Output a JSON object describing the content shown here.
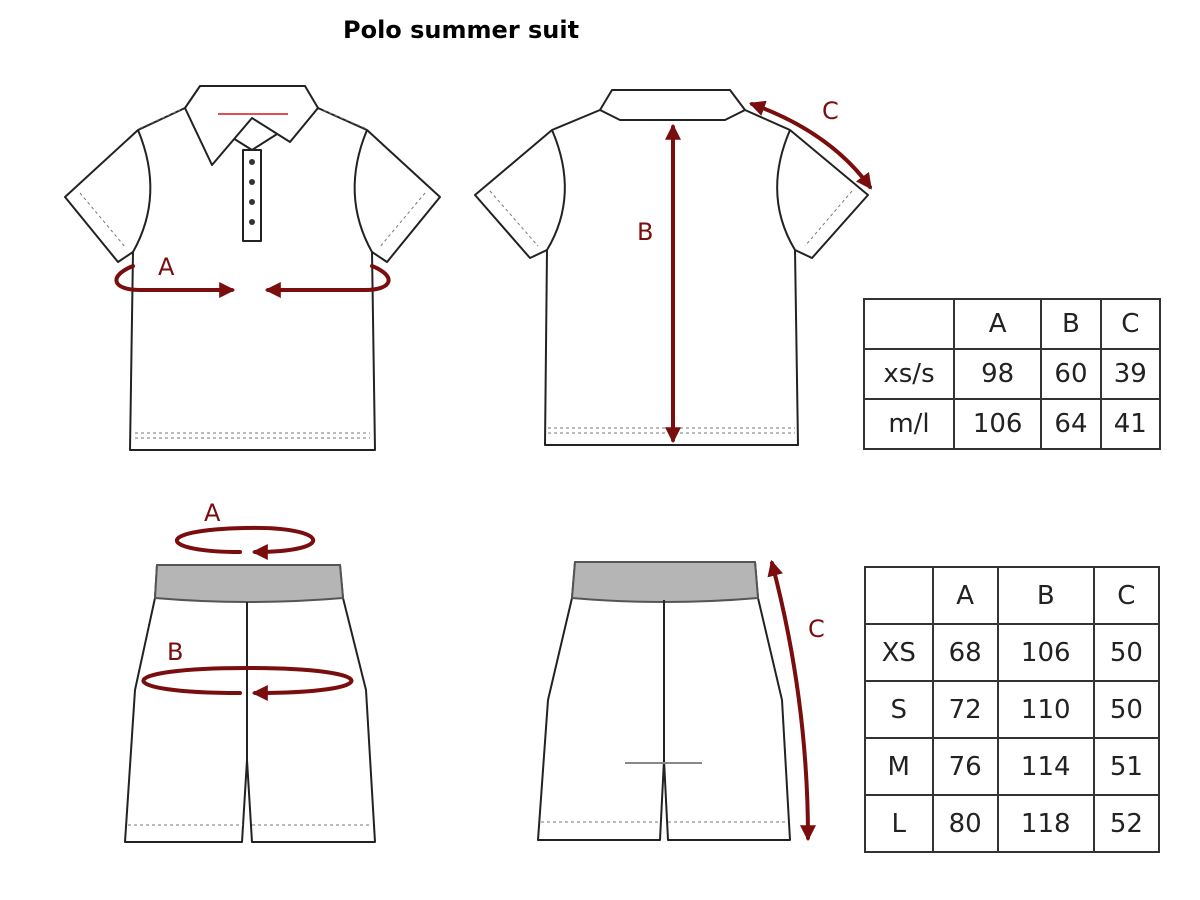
{
  "title": "Polo summer suit",
  "colors": {
    "measure": "#7a0d0d",
    "outline": "#222222",
    "waistband": "#b5b5b5"
  },
  "labels": {
    "polo_front_a": "A",
    "polo_back_b": "B",
    "polo_back_c": "C",
    "shorts_front_a": "A",
    "shorts_front_b": "B",
    "shorts_back_c": "C"
  },
  "top_table": {
    "headers": [
      "",
      "A",
      "B",
      "C"
    ],
    "rows": [
      [
        "xs/s",
        "98",
        "60",
        "39"
      ],
      [
        "m/l",
        "106",
        "64",
        "41"
      ]
    ]
  },
  "bottom_table": {
    "headers": [
      "",
      "A",
      "B",
      "C"
    ],
    "rows": [
      [
        "XS",
        "68",
        "106",
        "50"
      ],
      [
        "S",
        "72",
        "110",
        "50"
      ],
      [
        "M",
        "76",
        "114",
        "51"
      ],
      [
        "L",
        "80",
        "118",
        "52"
      ]
    ]
  }
}
